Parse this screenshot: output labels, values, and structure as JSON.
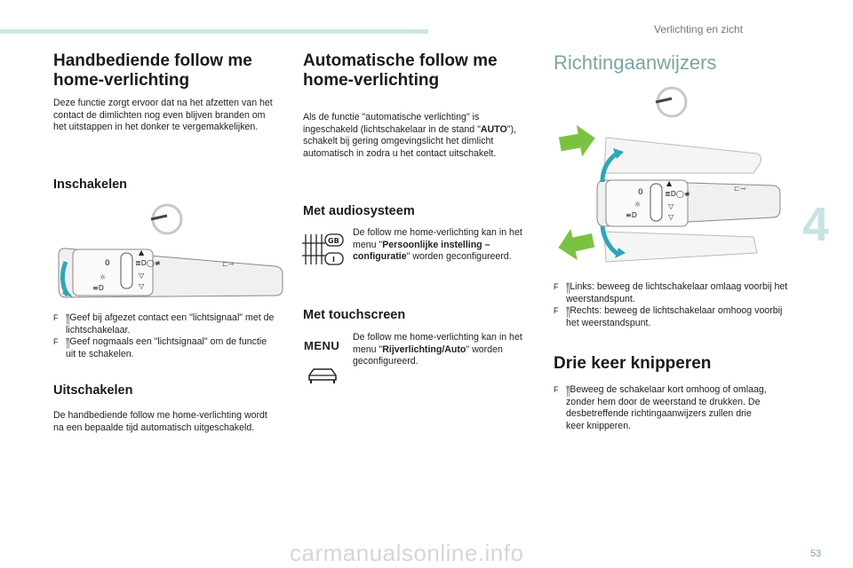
{
  "header": {
    "section": "Verlichting en zicht",
    "chapter": "4"
  },
  "col1": {
    "title1": "Handbediende follow me",
    "title2": "home-verlichting",
    "intro": "Deze functie zorgt ervoor dat na het afzetten van het contact de dimlichten nog even blijven branden om het uitstappen in het donker te vergemakkelijken.",
    "inschakelen": "Inschakelen",
    "bullets": [
      "Geef bij afgezet contact een \"lichtsignaal\" met de lichtschakelaar.",
      "Geef nogmaals een \"lichtsignaal\" om de functie uit te schakelen."
    ],
    "uitschakelen": "Uitschakelen",
    "uitschakelen_text": "De handbediende follow me home-verlichting wordt na een bepaalde tijd automatisch uitgeschakeld."
  },
  "col2": {
    "title1": "Automatische follow me",
    "title2": "home-verlichting",
    "intro_a": "Als de functie \"automatische verlichting\" is ingeschakeld (lichtschakelaar in de stand \"",
    "intro_b": "AUTO",
    "intro_c": "\"), schakelt bij gering omgevingslicht het dimlicht automatisch in zodra u het contact uitschakelt.",
    "audio_title": "Met audiosysteem",
    "audio_a": "De follow me home-verlichting kan in het menu \"",
    "audio_b": "Persoonlijke instelling – configuratie",
    "audio_c": "\" worden geconfigureerd.",
    "audio_icon_gb": "GB",
    "audio_icon_i": "I",
    "touch_title": "Met touchscreen",
    "touch_a": "De follow me home-verlichting kan in het menu \"",
    "touch_b": "Rijverlichting",
    "touch_sep": "/",
    "touch_c": "Auto",
    "touch_d": "\" worden geconfigureerd.",
    "menu_label": "MENU"
  },
  "col3": {
    "title": "Richtingaanwijzers",
    "bullets": [
      "Links: beweeg de lichtschakelaar omlaag voorbij het weerstandspunt.",
      "Rechts: beweeg de lichtschakelaar omhoog voorbij het weerstandspunt."
    ],
    "drie_title": "Drie keer knipperen",
    "drie_bullet": "Beweeg de schakelaar kort omhoog of omlaag, zonder hem door de weerstand te drukken. De desbetreffende richtingaanwijzers zullen drie keer knipperen.",
    "arrow_color": "#7cc242"
  },
  "footer": {
    "page": "53",
    "watermark": "carmanualsonline.info"
  },
  "colors": {
    "accent": "#7aa4a4",
    "bar": "#cfe6e6"
  }
}
